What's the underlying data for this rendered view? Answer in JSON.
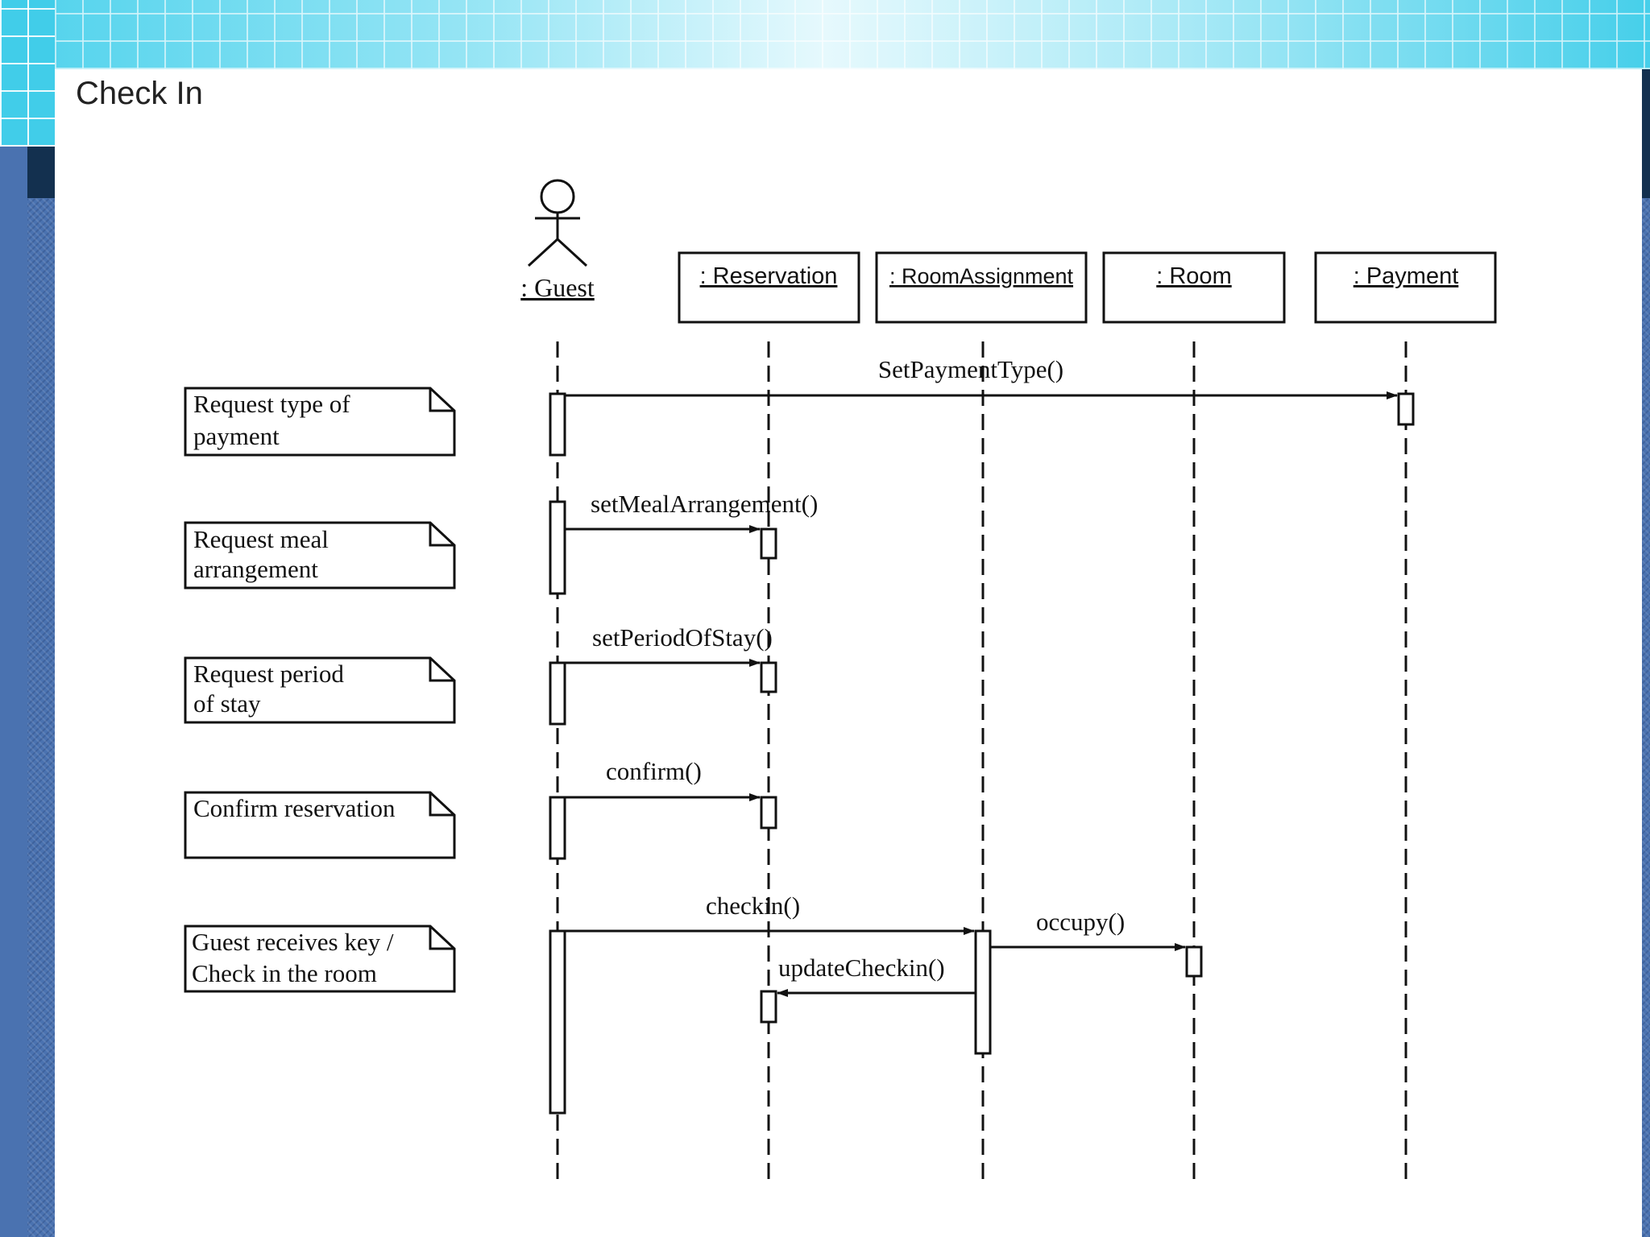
{
  "slide": {
    "title": "Check In"
  },
  "diagram": {
    "actor": {
      "name": ": Guest"
    },
    "objects": [
      {
        "id": "reservation",
        "label": ": Reservation"
      },
      {
        "id": "roomassignment",
        "label": ": RoomAssignment"
      },
      {
        "id": "room",
        "label": ": Room"
      },
      {
        "id": "payment",
        "label": ": Payment"
      }
    ],
    "notes": [
      {
        "id": "request-payment-type",
        "lines": [
          "Request type of",
          "payment"
        ]
      },
      {
        "id": "request-meal",
        "lines": [
          "Request meal",
          "arrangement"
        ]
      },
      {
        "id": "request-period",
        "lines": [
          "Request period",
          "of stay"
        ]
      },
      {
        "id": "confirm-reservation",
        "lines": [
          "Confirm reservation"
        ]
      },
      {
        "id": "guest-receives-key",
        "lines": [
          "Guest receives key /",
          "Check in the room"
        ]
      }
    ],
    "messages": [
      {
        "id": "set-payment-type",
        "label": "SetPaymentType()",
        "from": "guest",
        "to": "payment"
      },
      {
        "id": "set-meal-arrangement",
        "label": "setMealArrangement()",
        "from": "guest",
        "to": "reservation"
      },
      {
        "id": "set-period-of-stay",
        "label": "setPeriodOfStay()",
        "from": "guest",
        "to": "reservation"
      },
      {
        "id": "confirm",
        "label": "confirm()",
        "from": "guest",
        "to": "reservation"
      },
      {
        "id": "checkin",
        "label": "checkin()",
        "from": "guest",
        "to": "roomassignment"
      },
      {
        "id": "occupy",
        "label": "occupy()",
        "from": "roomassignment",
        "to": "room"
      },
      {
        "id": "update-checkin",
        "label": "updateCheckin()",
        "from": "roomassignment",
        "to": "reservation"
      }
    ]
  }
}
